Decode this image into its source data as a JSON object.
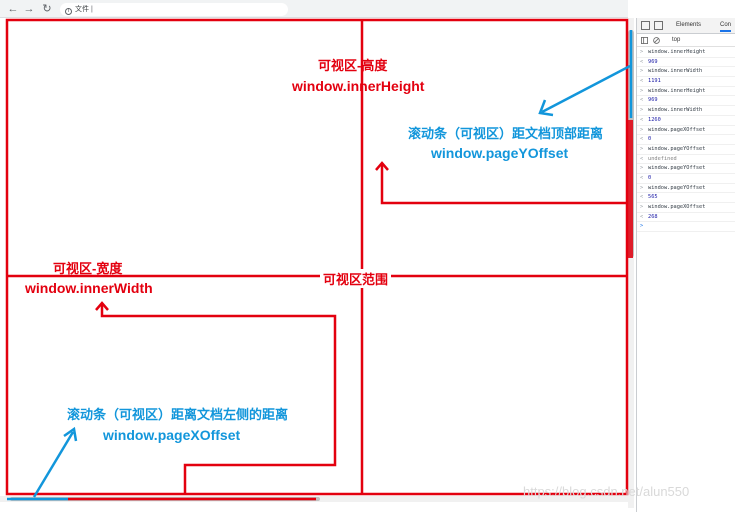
{
  "browser": {
    "back_icon": "←",
    "forward_icon": "→",
    "reload_icon": "↻",
    "info_icon": "i",
    "address_label": "文件",
    "address_sep": "|"
  },
  "annotations": {
    "height_title": "可视区-高度",
    "height_code": "window.innerHeight",
    "width_title": "可视区-宽度",
    "width_code": "window.innerWidth",
    "range_label": "可视区范围",
    "scroll_top_title": "滚动条（可视区）距文档顶部距离",
    "scroll_top_code": "window.pageYOffset",
    "scroll_left_title": "滚动条（可视区）距离文档左侧的距离",
    "scroll_left_code": "window.pageXOffset"
  },
  "colors": {
    "annotation_red": "#e3000f",
    "annotation_blue": "#1296db"
  },
  "devtools": {
    "tabs": [
      "Elements",
      "Con"
    ],
    "context": "top",
    "console": [
      {
        "kind": "in",
        "text": "window.innerHeight"
      },
      {
        "kind": "out",
        "text": "969"
      },
      {
        "kind": "in",
        "text": "window.innerWidth"
      },
      {
        "kind": "out",
        "text": "1191"
      },
      {
        "kind": "in",
        "text": "window.innerHeight"
      },
      {
        "kind": "out",
        "text": "969"
      },
      {
        "kind": "in",
        "text": "window.innerWidth"
      },
      {
        "kind": "out",
        "text": "1260"
      },
      {
        "kind": "in",
        "text": "window.pageXOffset"
      },
      {
        "kind": "out",
        "text": "0"
      },
      {
        "kind": "in",
        "text": "window.pageYOffset"
      },
      {
        "kind": "out",
        "text": "undefined"
      },
      {
        "kind": "in",
        "text": "window.pageYOffset"
      },
      {
        "kind": "out",
        "text": "0"
      },
      {
        "kind": "in",
        "text": "window.pageYOffset"
      },
      {
        "kind": "out",
        "text": "565"
      },
      {
        "kind": "in",
        "text": "window.pageXOffset"
      },
      {
        "kind": "out",
        "text": "268"
      },
      {
        "kind": "prompt",
        "text": ""
      }
    ]
  },
  "watermark": "https://blog.csdn.net/alun550"
}
